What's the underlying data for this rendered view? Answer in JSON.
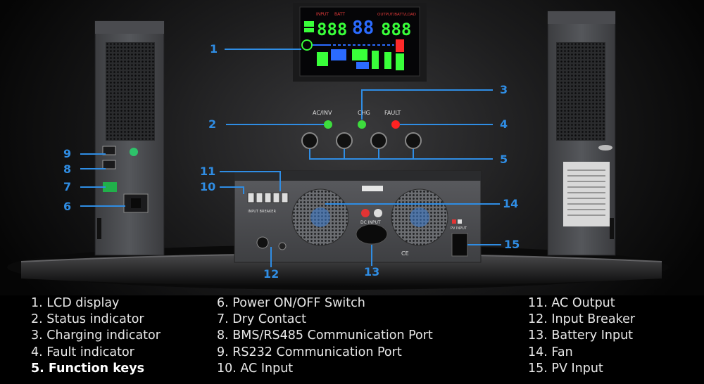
{
  "callouts": [
    {
      "n": "1",
      "name": "callout-1"
    },
    {
      "n": "2",
      "name": "callout-2"
    },
    {
      "n": "3",
      "name": "callout-3"
    },
    {
      "n": "4",
      "name": "callout-4"
    },
    {
      "n": "5",
      "name": "callout-5"
    },
    {
      "n": "6",
      "name": "callout-6"
    },
    {
      "n": "7",
      "name": "callout-7"
    },
    {
      "n": "8",
      "name": "callout-8"
    },
    {
      "n": "9",
      "name": "callout-9"
    },
    {
      "n": "10",
      "name": "callout-10"
    },
    {
      "n": "11",
      "name": "callout-11"
    },
    {
      "n": "12",
      "name": "callout-12"
    },
    {
      "n": "13",
      "name": "callout-13"
    },
    {
      "n": "14",
      "name": "callout-14"
    },
    {
      "n": "15",
      "name": "callout-15"
    }
  ],
  "indicators": {
    "ac_inv": "AC/INV",
    "chg": "CHG",
    "fault": "FAULT"
  },
  "lcd": {
    "input_label": "INPUT",
    "batt_label": "BATT",
    "output_label": "OUTPUT/BATT/LOAD",
    "left_digits": "888",
    "center_digits": "88",
    "right_digits": "888"
  },
  "panel_labels": {
    "dc_input": "DC INPUT",
    "pv_input": "PV INPUT",
    "input_breaker": "INPUT BREAKER",
    "ce_mark": "CE"
  },
  "legend": {
    "col1": [
      "1. LCD display",
      "2. Status indicator",
      "3. Charging indicator",
      "4. Fault indicator",
      "5. Function keys"
    ],
    "col2": [
      "6. Power ON/OFF Switch",
      "7. Dry Contact",
      "8. BMS/RS485 Communication Port",
      "9. RS232 Communication Port",
      "10. AC Input"
    ],
    "col3": [
      "11. AC Output",
      "12. Input Breaker",
      "13. Battery Input",
      "14. Fan",
      "15. PV Input"
    ]
  },
  "colors": {
    "callout_blue": "#2f8de4",
    "led_green": "#3ddc3d",
    "led_red": "#ff2222",
    "lcd_green": "#39ff3a",
    "lcd_blue": "#2b6bff",
    "lcd_red": "#ff2a2a"
  }
}
